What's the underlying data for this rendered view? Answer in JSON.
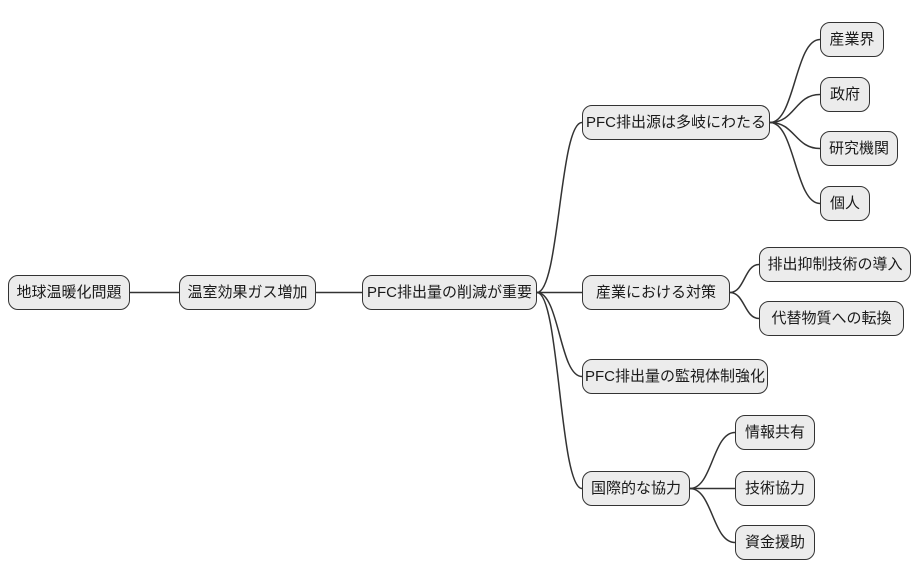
{
  "diagram": {
    "type": "mindmap",
    "direction": "left-to-right",
    "colors": {
      "background": "#ffffff",
      "node_fill": "#ececec",
      "node_border": "#333333",
      "edge": "#333333",
      "text": "#1a1a1a"
    },
    "nodes": {
      "root": {
        "label": "地球温暖化問題"
      },
      "ghg": {
        "label": "温室効果ガス増加"
      },
      "pfc": {
        "label": "PFC排出量の削減が重要"
      },
      "sources": {
        "label": "PFC排出源は多岐にわたる"
      },
      "industry_measures": {
        "label": "産業における対策"
      },
      "monitoring": {
        "label": "PFC排出量の監視体制強化"
      },
      "intl": {
        "label": "国際的な協力"
      },
      "sangyokai": {
        "label": "産業界"
      },
      "seifu": {
        "label": "政府"
      },
      "kenkyu": {
        "label": "研究機関"
      },
      "kojin": {
        "label": "個人"
      },
      "yokusei": {
        "label": "排出抑制技術の導入"
      },
      "daitai": {
        "label": "代替物質への転換"
      },
      "joho": {
        "label": "情報共有"
      },
      "gijutsu": {
        "label": "技術協力"
      },
      "shikin": {
        "label": "資金援助"
      }
    },
    "edges": [
      {
        "from": "root",
        "to": "ghg"
      },
      {
        "from": "ghg",
        "to": "pfc"
      },
      {
        "from": "pfc",
        "to": "sources"
      },
      {
        "from": "pfc",
        "to": "industry_measures"
      },
      {
        "from": "pfc",
        "to": "monitoring"
      },
      {
        "from": "pfc",
        "to": "intl"
      },
      {
        "from": "sources",
        "to": "sangyokai"
      },
      {
        "from": "sources",
        "to": "seifu"
      },
      {
        "from": "sources",
        "to": "kenkyu"
      },
      {
        "from": "sources",
        "to": "kojin"
      },
      {
        "from": "industry_measures",
        "to": "yokusei"
      },
      {
        "from": "industry_measures",
        "to": "daitai"
      },
      {
        "from": "intl",
        "to": "joho"
      },
      {
        "from": "intl",
        "to": "gijutsu"
      },
      {
        "from": "intl",
        "to": "shikin"
      }
    ]
  }
}
